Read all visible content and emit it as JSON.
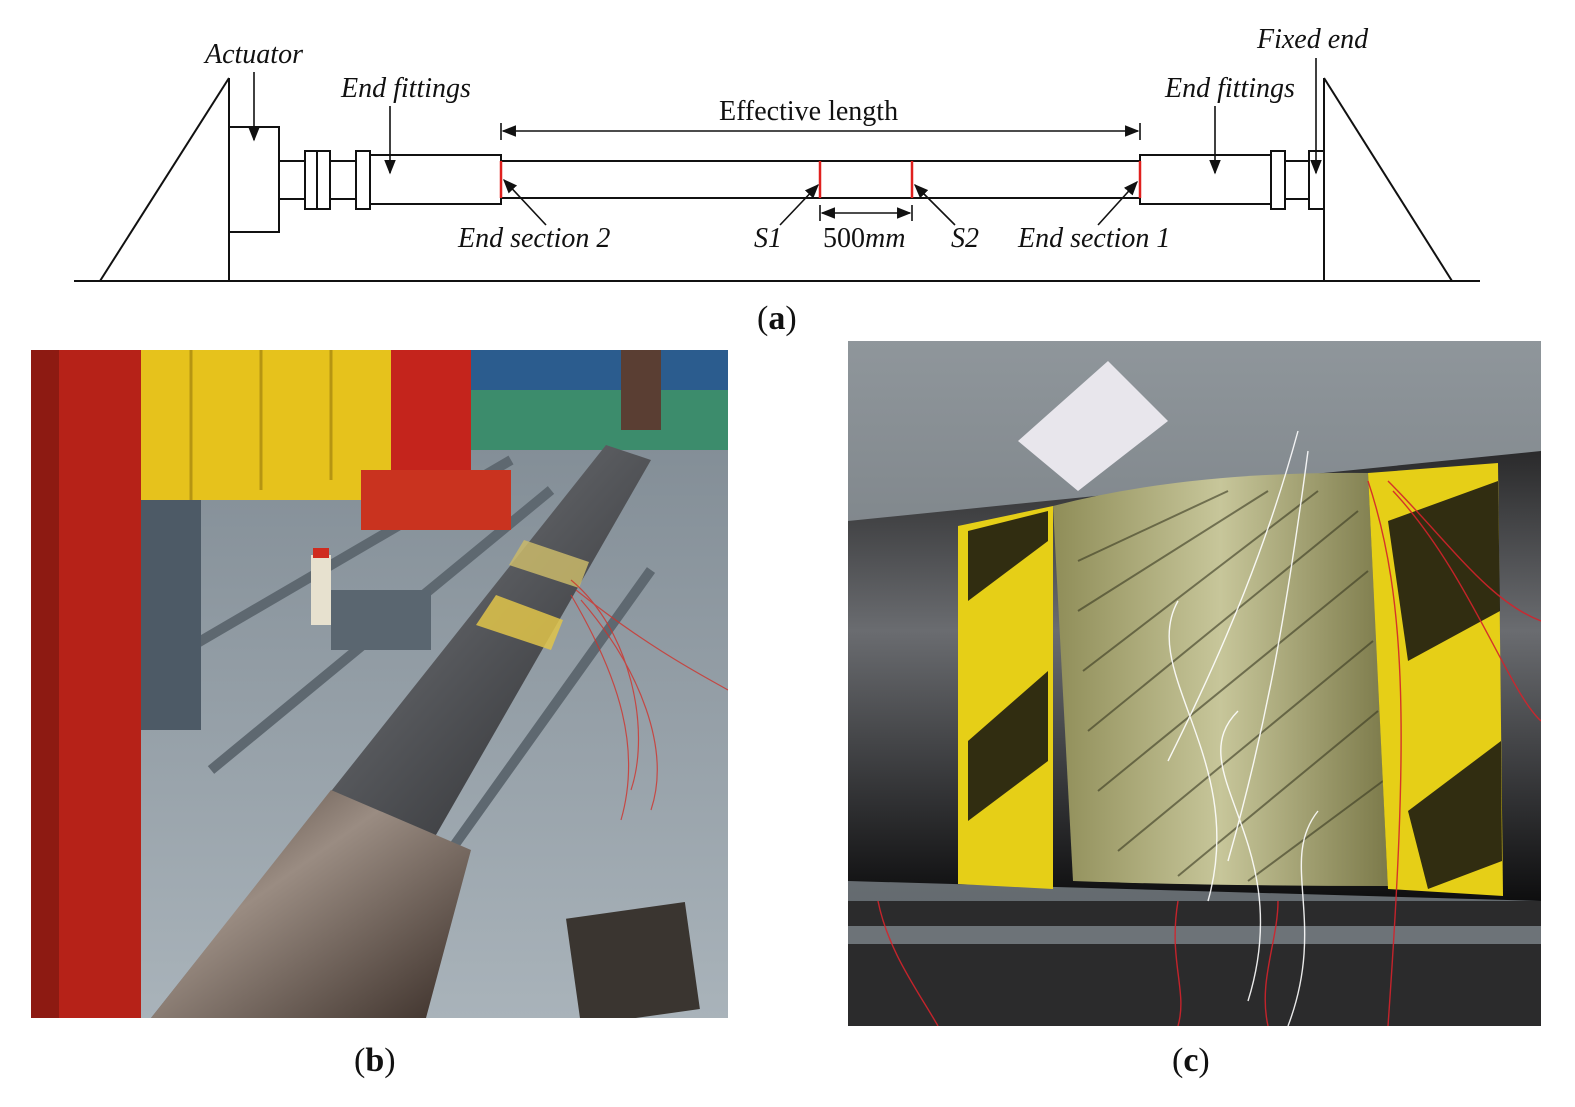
{
  "diagram": {
    "labels": {
      "actuator": "Actuator",
      "end_fittings_left": "End fittings",
      "end_fittings_right": "End fittings",
      "fixed_end": "Fixed end",
      "effective_length": "Effective length",
      "end_section_2": "End section 2",
      "end_section_1": "End section 1",
      "s1": "S1",
      "s2": "S2",
      "spacing_value": "500",
      "spacing_unit": "mm"
    },
    "colors": {
      "line": "#111111",
      "section_mark": "#e0201e"
    }
  },
  "panels": {
    "a": "a",
    "b": "b",
    "c": "c"
  }
}
